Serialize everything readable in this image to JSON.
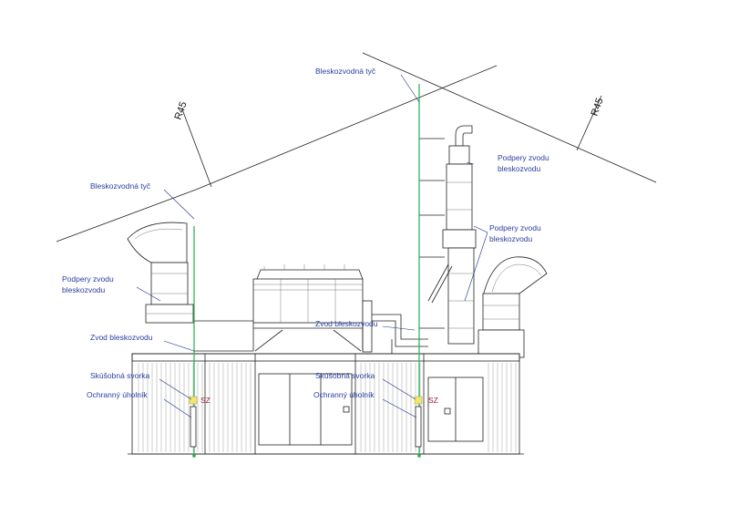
{
  "labels": {
    "radius_left": "R45",
    "radius_right": "R45",
    "rod_top": "Bleskozvodná tyč",
    "rod_left": "Bleskozvodná tyč",
    "supports_left_1": "Podpery zvodu",
    "supports_left_2": "bleskozvodu",
    "supports_right_top_1": "Podpery zvodu",
    "supports_right_top_2": "bleskozvodu",
    "supports_right_mid_1": "Podpery zvodu",
    "supports_right_mid_2": "bleskozvodu",
    "downconductor_left": "Zvod bleskozvodu",
    "downconductor_center": "Zvod bleskozvodu",
    "test_clamp_left": "Skúšobná svorka",
    "test_clamp_center": "Skúšobná svorka",
    "guard_left": "Ochranný úholník",
    "guard_center": "Ochranný úholník",
    "sz_left": "SZ",
    "sz_right": "SZ"
  },
  "colors": {
    "label_text": "#2a3f9e",
    "sz_text": "#9a1f2e",
    "conductor": "#22b14c",
    "drawing": "#222222"
  }
}
